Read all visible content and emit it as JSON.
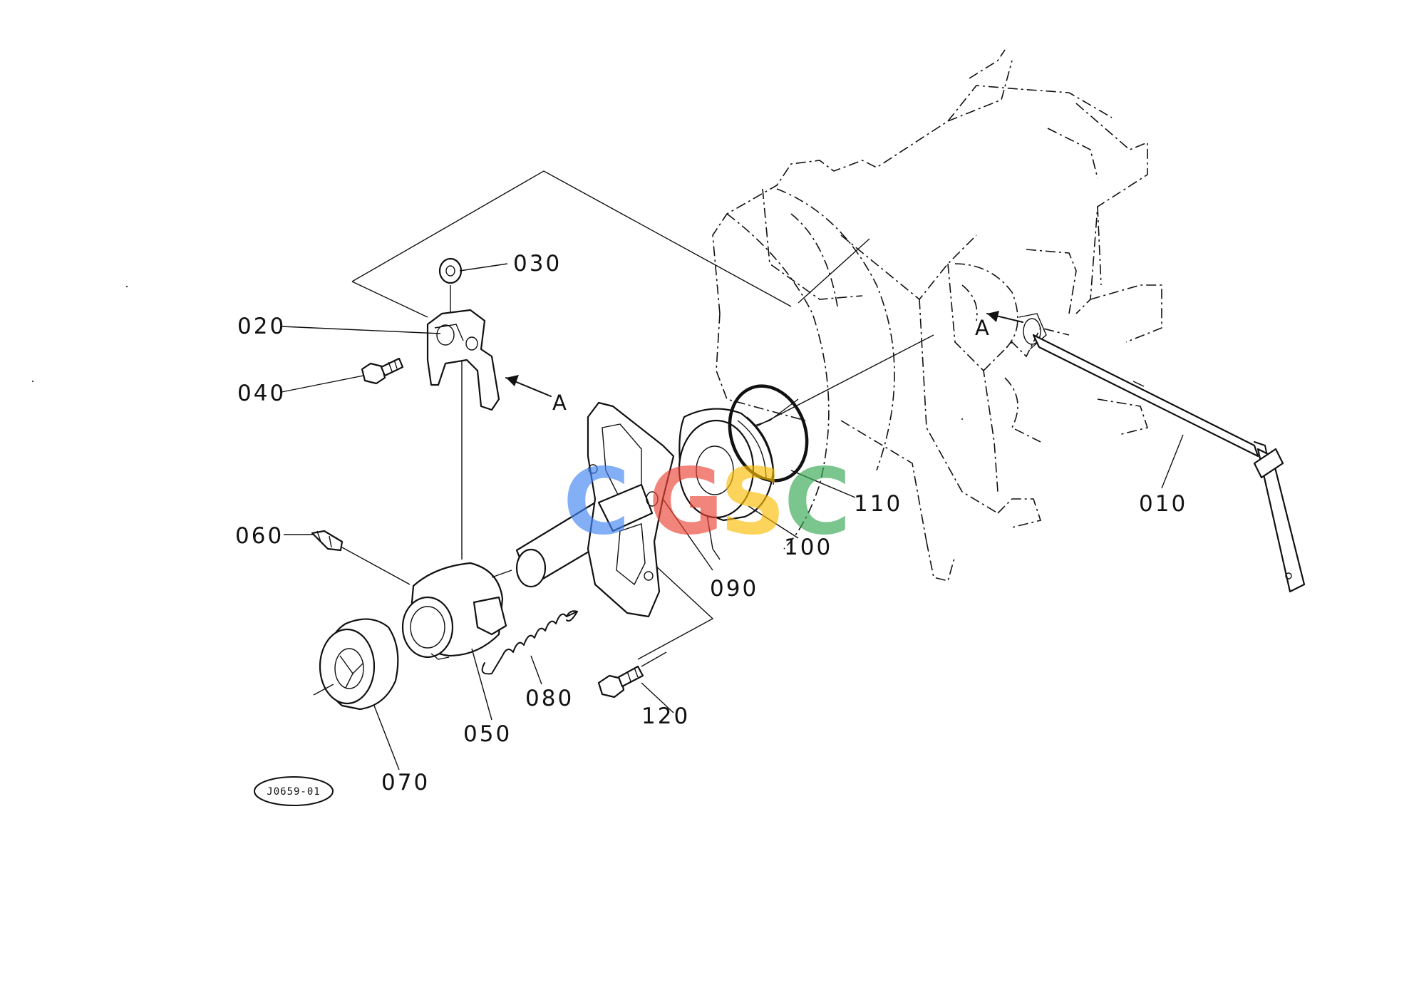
{
  "diagram": {
    "figure_code": "J0659-01",
    "view_marker": "A",
    "watermark": {
      "letters": [
        "C",
        "G",
        "S",
        "C"
      ],
      "colors": [
        "#4285F4",
        "#EA4335",
        "#FBBC05",
        "#34A853"
      ]
    },
    "parts": [
      {
        "id": "p010",
        "label": "010"
      },
      {
        "id": "p020",
        "label": "020"
      },
      {
        "id": "p030",
        "label": "030"
      },
      {
        "id": "p040",
        "label": "040"
      },
      {
        "id": "p050",
        "label": "050"
      },
      {
        "id": "p060",
        "label": "060"
      },
      {
        "id": "p070",
        "label": "070"
      },
      {
        "id": "p080",
        "label": "080"
      },
      {
        "id": "p090",
        "label": "090"
      },
      {
        "id": "p100",
        "label": "100"
      },
      {
        "id": "p110",
        "label": "110"
      },
      {
        "id": "p120",
        "label": "120"
      }
    ]
  }
}
